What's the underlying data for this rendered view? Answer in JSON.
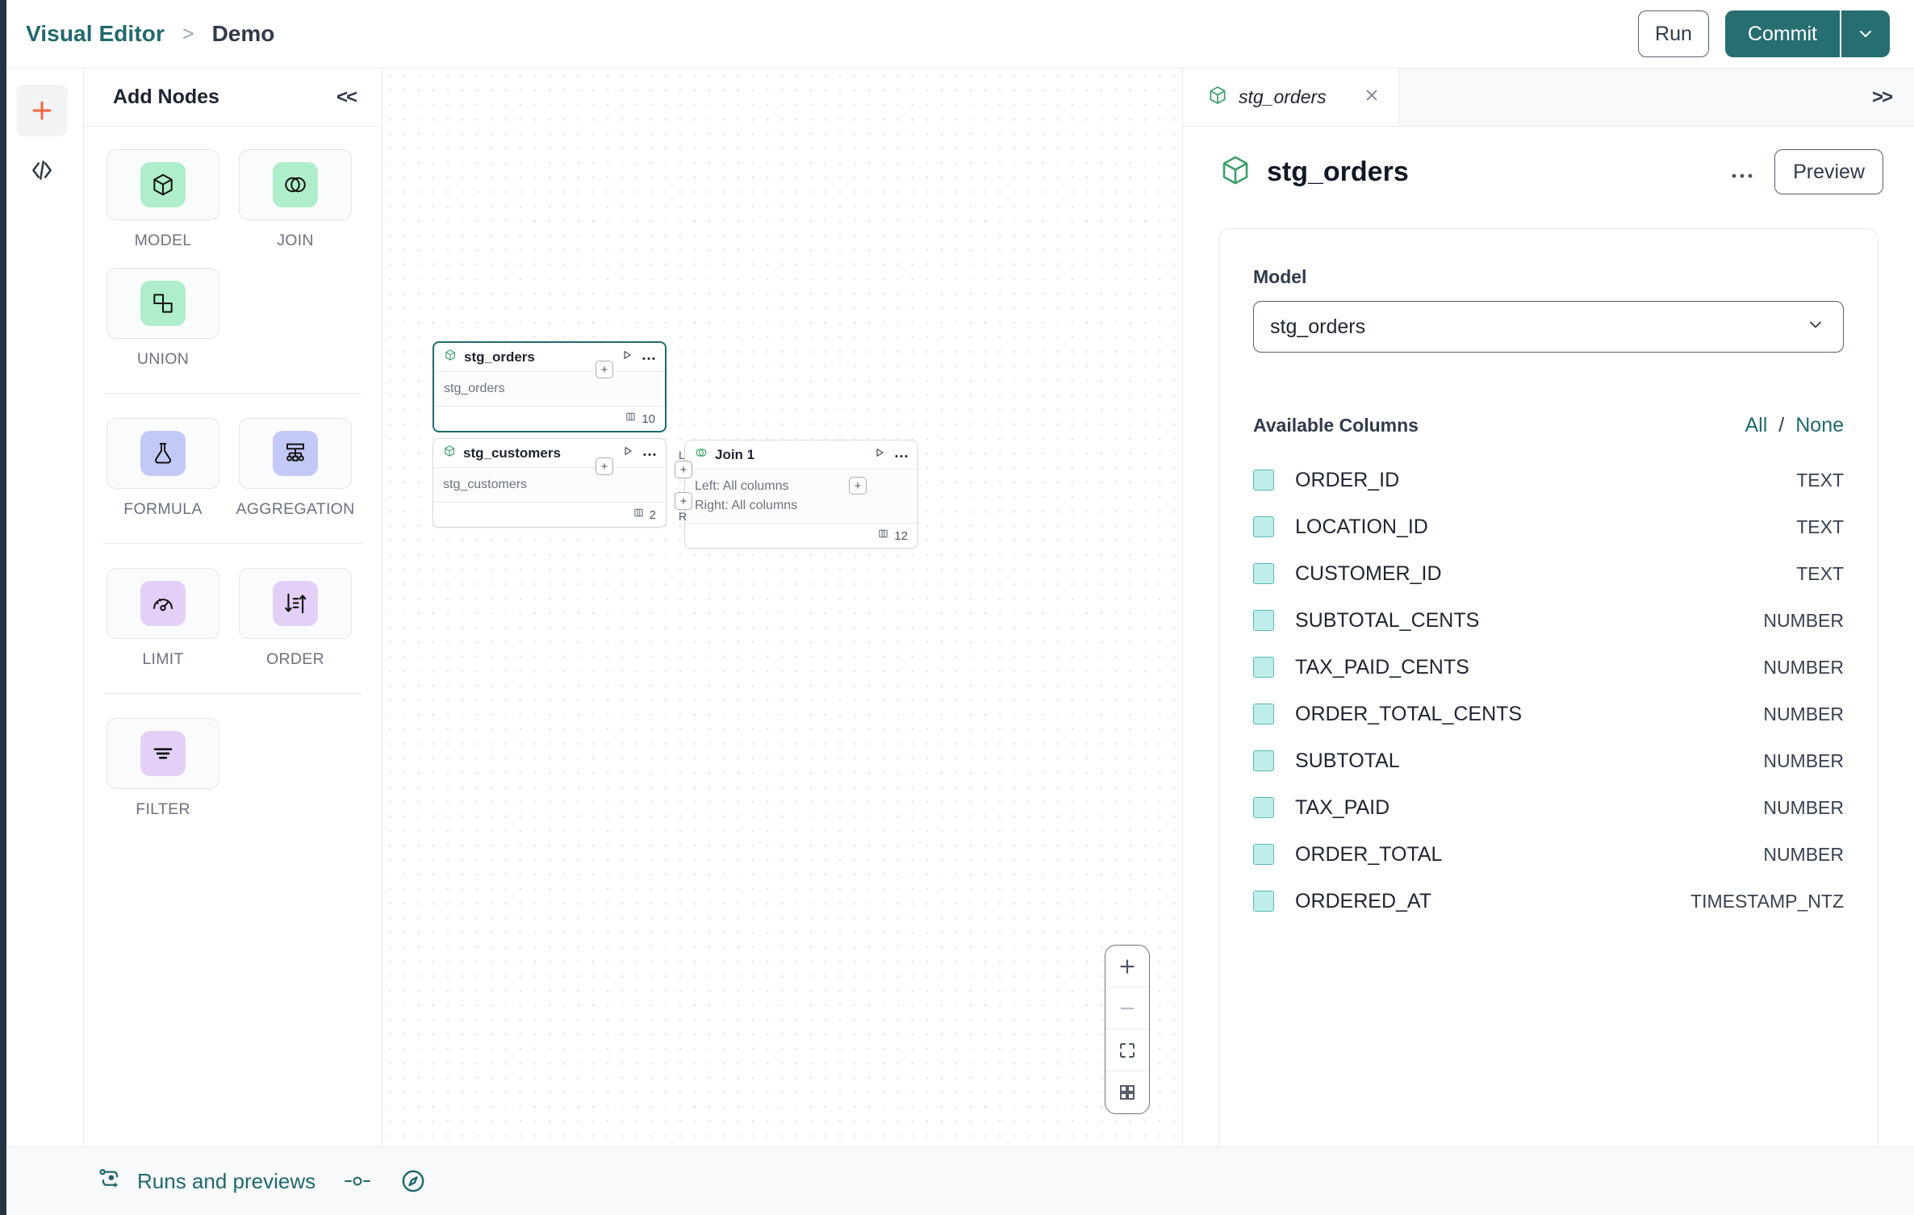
{
  "header": {
    "breadcrumb": {
      "root": "Visual Editor",
      "separator": ">",
      "current": "Demo"
    },
    "run_label": "Run",
    "commit_label": "Commit",
    "commit_caret_icon": "chevron-down-icon"
  },
  "icon_rail": {
    "add_icon": "plus-icon",
    "code_icon": "code-brackets-icon",
    "accent_color": "#f4663c"
  },
  "nodes_panel": {
    "title": "Add Nodes",
    "collapse_label": "<<",
    "groups": [
      {
        "items": [
          {
            "label": "MODEL",
            "icon": "cube-icon",
            "chip": "chip-green"
          },
          {
            "label": "JOIN",
            "icon": "venn-icon",
            "chip": "chip-green"
          },
          {
            "label": "UNION",
            "icon": "union-shapes-icon",
            "chip": "chip-green"
          }
        ]
      },
      {
        "items": [
          {
            "label": "FORMULA",
            "icon": "flask-icon",
            "chip": "chip-blue"
          },
          {
            "label": "AGGREGATION",
            "icon": "aggregation-tree-icon",
            "chip": "chip-blue"
          }
        ]
      },
      {
        "items": [
          {
            "label": "LIMIT",
            "icon": "gauge-icon",
            "chip": "chip-purple"
          },
          {
            "label": "ORDER",
            "icon": "sort-icon",
            "chip": "chip-purple"
          }
        ]
      },
      {
        "items": [
          {
            "label": "FILTER",
            "icon": "filter-lines-icon",
            "chip": "chip-purple"
          }
        ]
      }
    ]
  },
  "canvas": {
    "nodes": [
      {
        "id": "stg_orders",
        "title": "stg_orders",
        "icon": "cube-icon",
        "subtitle": "stg_orders",
        "column_count": "10",
        "selected": true,
        "run_icon": "play-icon",
        "menu_icon": "dots-icon",
        "column_icon": "columns-icon"
      },
      {
        "id": "stg_customers",
        "title": "stg_customers",
        "icon": "cube-icon",
        "subtitle": "stg_customers",
        "column_count": "2",
        "selected": false,
        "run_icon": "play-icon",
        "menu_icon": "dots-icon",
        "column_icon": "columns-icon"
      },
      {
        "id": "join1",
        "title": "Join 1",
        "icon": "venn-icon",
        "subtitle_left": "Left: All columns",
        "subtitle_right": "Right: All columns",
        "column_count": "12",
        "selected": false,
        "left_port_label": "L",
        "right_port_label": "R",
        "run_icon": "play-icon",
        "menu_icon": "dots-icon",
        "column_icon": "columns-icon"
      }
    ],
    "port_symbol": "+",
    "zoom_controls": [
      {
        "icon": "zoom-in-icon",
        "label": "+"
      },
      {
        "icon": "zoom-out-icon",
        "label": "–"
      },
      {
        "icon": "fit-view-icon",
        "label": ""
      },
      {
        "icon": "grid-view-icon",
        "label": ""
      }
    ]
  },
  "right_panel": {
    "tab": {
      "label": "stg_orders",
      "icon": "cube-icon",
      "close_icon": "close-icon"
    },
    "expand_label": ">>",
    "title": "stg_orders",
    "title_icon": "cube-icon",
    "more_label": "•••",
    "preview_label": "Preview",
    "model_field_label": "Model",
    "model_value": "stg_orders",
    "model_caret_icon": "chevron-down-icon",
    "columns_title": "Available Columns",
    "select_all_label": "All",
    "select_divider": "/",
    "select_none_label": "None",
    "columns": [
      {
        "name": "ORDER_ID",
        "type": "TEXT",
        "checked": true
      },
      {
        "name": "LOCATION_ID",
        "type": "TEXT",
        "checked": true
      },
      {
        "name": "CUSTOMER_ID",
        "type": "TEXT",
        "checked": true
      },
      {
        "name": "SUBTOTAL_CENTS",
        "type": "NUMBER",
        "checked": true
      },
      {
        "name": "TAX_PAID_CENTS",
        "type": "NUMBER",
        "checked": true
      },
      {
        "name": "ORDER_TOTAL_CENTS",
        "type": "NUMBER",
        "checked": true
      },
      {
        "name": "SUBTOTAL",
        "type": "NUMBER",
        "checked": true
      },
      {
        "name": "TAX_PAID",
        "type": "NUMBER",
        "checked": true
      },
      {
        "name": "ORDER_TOTAL",
        "type": "NUMBER",
        "checked": true
      },
      {
        "name": "ORDERED_AT",
        "type": "TIMESTAMP_NTZ",
        "checked": true
      }
    ]
  },
  "footer": {
    "runs_label": "Runs and previews",
    "runs_icon": "runs-flow-icon",
    "toggle_icon": "toggle-icon",
    "compass_icon": "compass-icon"
  },
  "colors": {
    "accent_teal": "#276e71",
    "link_teal": "#21686d",
    "add_orange": "#f4663c",
    "chip_green": "#aeeeca",
    "chip_blue": "#c3c9f7",
    "chip_purple": "#e4d0f6",
    "checkbox_fill": "#bfeeea"
  }
}
